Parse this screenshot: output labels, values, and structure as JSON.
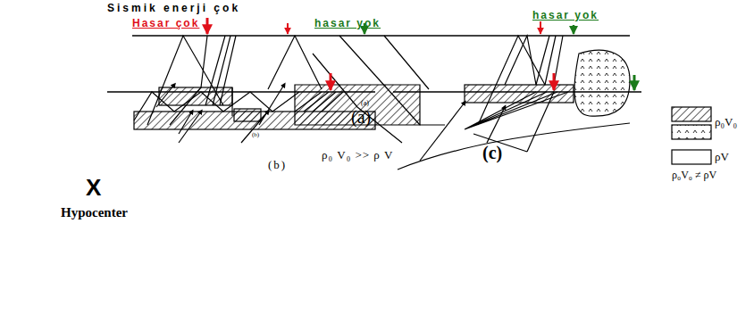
{
  "diagram": {
    "labels": [
      "Sismik enerji çok",
      "Hasar çok",
      "hasar yok",
      "hasar yok",
      "(a)",
      "(a)",
      "(b)",
      "(b)",
      "(c)",
      "ρ₀ V₀ >> ρ V",
      "ρ₀V₀ ≠ ρV",
      "X",
      "Hypocenter"
    ],
    "legend": [
      {
        "text": "ρ₀V₀"
      },
      {
        "text": "ρV"
      }
    ]
  }
}
